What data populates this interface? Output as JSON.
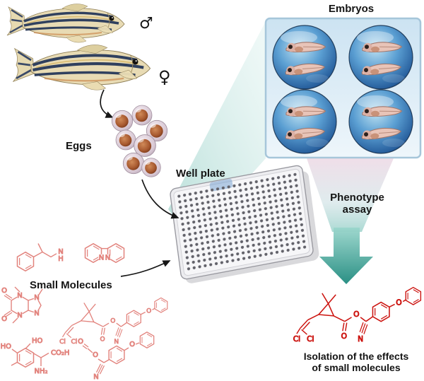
{
  "labels": {
    "embryos": "Embryos",
    "eggs": "Eggs",
    "well_plate": "Well plate",
    "small_molecules": "Small Molecules",
    "phenotype_line1": "Phenotype",
    "phenotype_line2": "assay",
    "isolation_line1": "Isolation of the effects",
    "isolation_line2": "of small molecules",
    "male_symbol": "♂",
    "female_symbol": "♀"
  },
  "atoms": {
    "pyrethroid": {
      "cl1": "Cl",
      "cl2": "Cl",
      "carbonyl_o": "O",
      "ester_o": "O",
      "nitrile_n": "N",
      "ether_o": "O"
    },
    "amine": {
      "n": "N",
      "h": "H"
    },
    "bipyridine": {
      "n1": "N",
      "n2": "N"
    },
    "purine": {
      "n1": "N",
      "n2": "N",
      "n3": "N",
      "n4": "N",
      "o1": "O",
      "o2": "O"
    },
    "tyrosine": {
      "ho1": "HO",
      "ho2": "HO",
      "co2h": "CO₂H",
      "nh2": "NH₂"
    },
    "phenoxy_nitrile": {
      "o1": "O",
      "o2": "O",
      "o3": "O",
      "n": "N"
    }
  },
  "colors": {
    "molecule_pink": "#e2837d",
    "molecule_red": "#cc1410",
    "arrow_teal_dark": "#1f8a7e",
    "well_blue": "#2a5f9e",
    "panel_border": "#a6c6da"
  }
}
